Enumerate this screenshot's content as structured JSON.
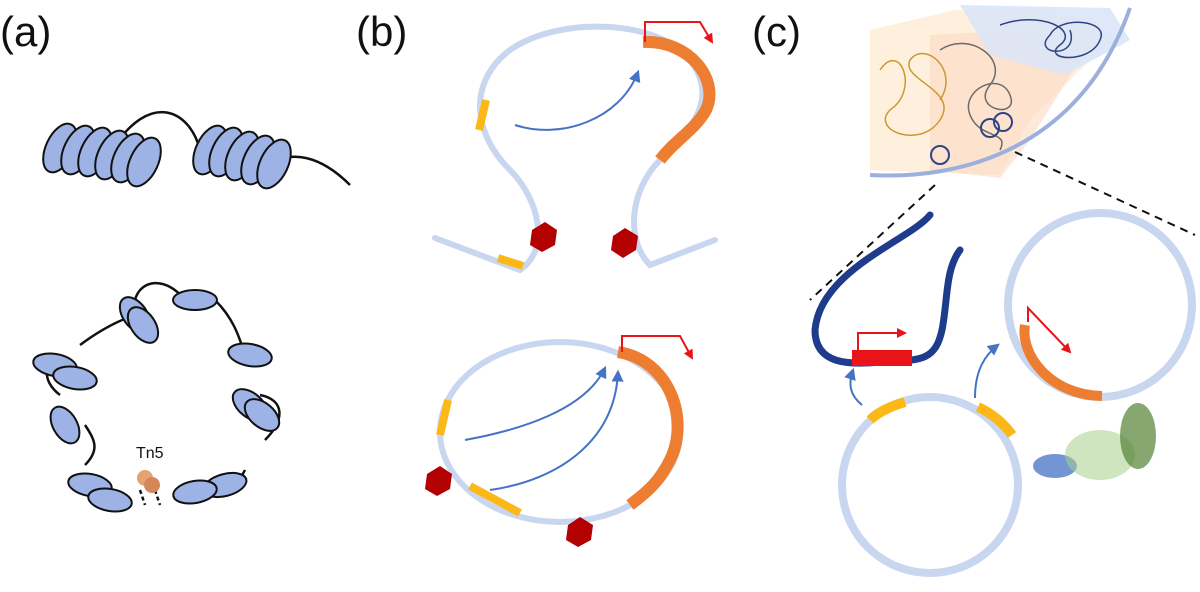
{
  "panels": [
    {
      "id": "a",
      "label": "(a)"
    },
    {
      "id": "b",
      "label": "(b)"
    },
    {
      "id": "c",
      "label": "(c)"
    }
  ],
  "annotations": {
    "tn5": "Tn5"
  },
  "colors": {
    "nucleosome": "#9db3e6",
    "dna_strand": "#111111",
    "chromatin_loop": "#c9d6ef",
    "enhancer": "#fbb817",
    "gene": "#ed7d31",
    "promoter_arrow": "#e8141a",
    "arrow": "#4472c4",
    "insulator": "#b30000",
    "dark_dna": "#1f3b8c",
    "tn5_enzyme": "#e3a373"
  }
}
